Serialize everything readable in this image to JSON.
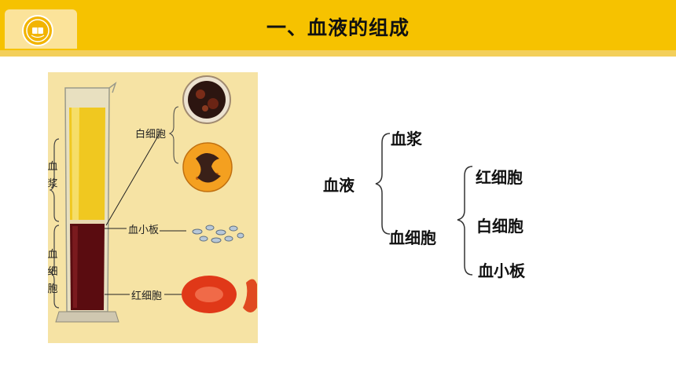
{
  "header": {
    "title": "一、血液的组成"
  },
  "figure": {
    "labels": {
      "white_cells": "白细胞",
      "platelets": "血小板",
      "red_cells": "红细胞",
      "plasma_left_1": "血",
      "plasma_left_2": "浆",
      "cells_left_1": "血",
      "cells_left_2": "细",
      "cells_left_3": "胞"
    }
  },
  "diagram": {
    "root": "血液",
    "plasma": "血浆",
    "blood_cells": "血细胞",
    "red_blood_cells": "红细胞",
    "white_blood_cells": "白细胞",
    "platelets": "血小板"
  },
  "colors": {
    "header_bar": "#f6c200",
    "header_accent": "#f3cf5a"
  }
}
